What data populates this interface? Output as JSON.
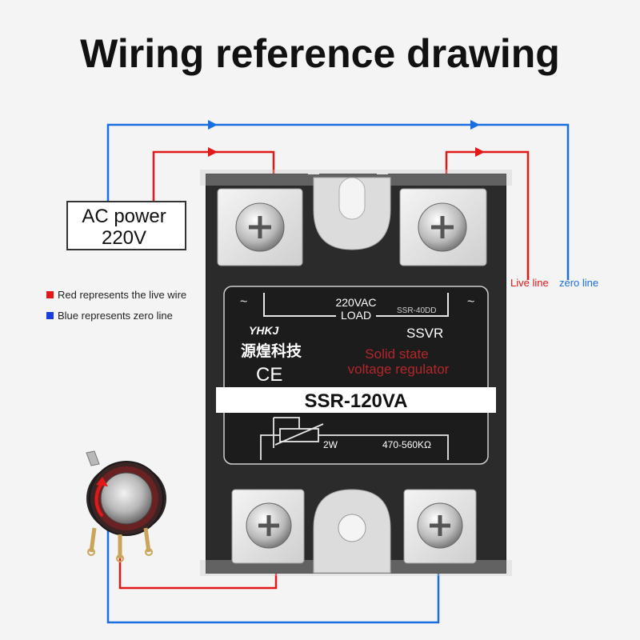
{
  "title": "Wiring reference drawing",
  "colors": {
    "live": "#e11919",
    "zero": "#1a6fe0",
    "body": "#2a2a2a",
    "terminal_bg": "#e9e9e9",
    "panel_red_text": "#b3262a"
  },
  "power_box": {
    "line1": "AC power",
    "line2": "220V"
  },
  "legend": [
    {
      "color_key": "live",
      "text": "Red represents the live wire"
    },
    {
      "color_key": "zero",
      "text": "Blue represents zero line"
    }
  ],
  "right_labels": {
    "live": "Live line",
    "zero": "zero line"
  },
  "relay": {
    "tilde_left": "~",
    "tilde_right": "~",
    "voltage": "220VAC",
    "load": "LOAD",
    "small_model": "SSR-40DD",
    "brand_logo": "YHKJ",
    "brand_chinese": "源煌科技",
    "ce_mark": "CE",
    "type": "SSVR",
    "desc_line1": "Solid state",
    "desc_line2": "voltage regulator",
    "model": "SSR-120VA",
    "power_rating": "2W",
    "resistance": "470-560KΩ"
  },
  "icons": [
    "screw-terminal-icon",
    "potentiometer-icon",
    "resistor-symbol-icon",
    "arrow-icon"
  ]
}
